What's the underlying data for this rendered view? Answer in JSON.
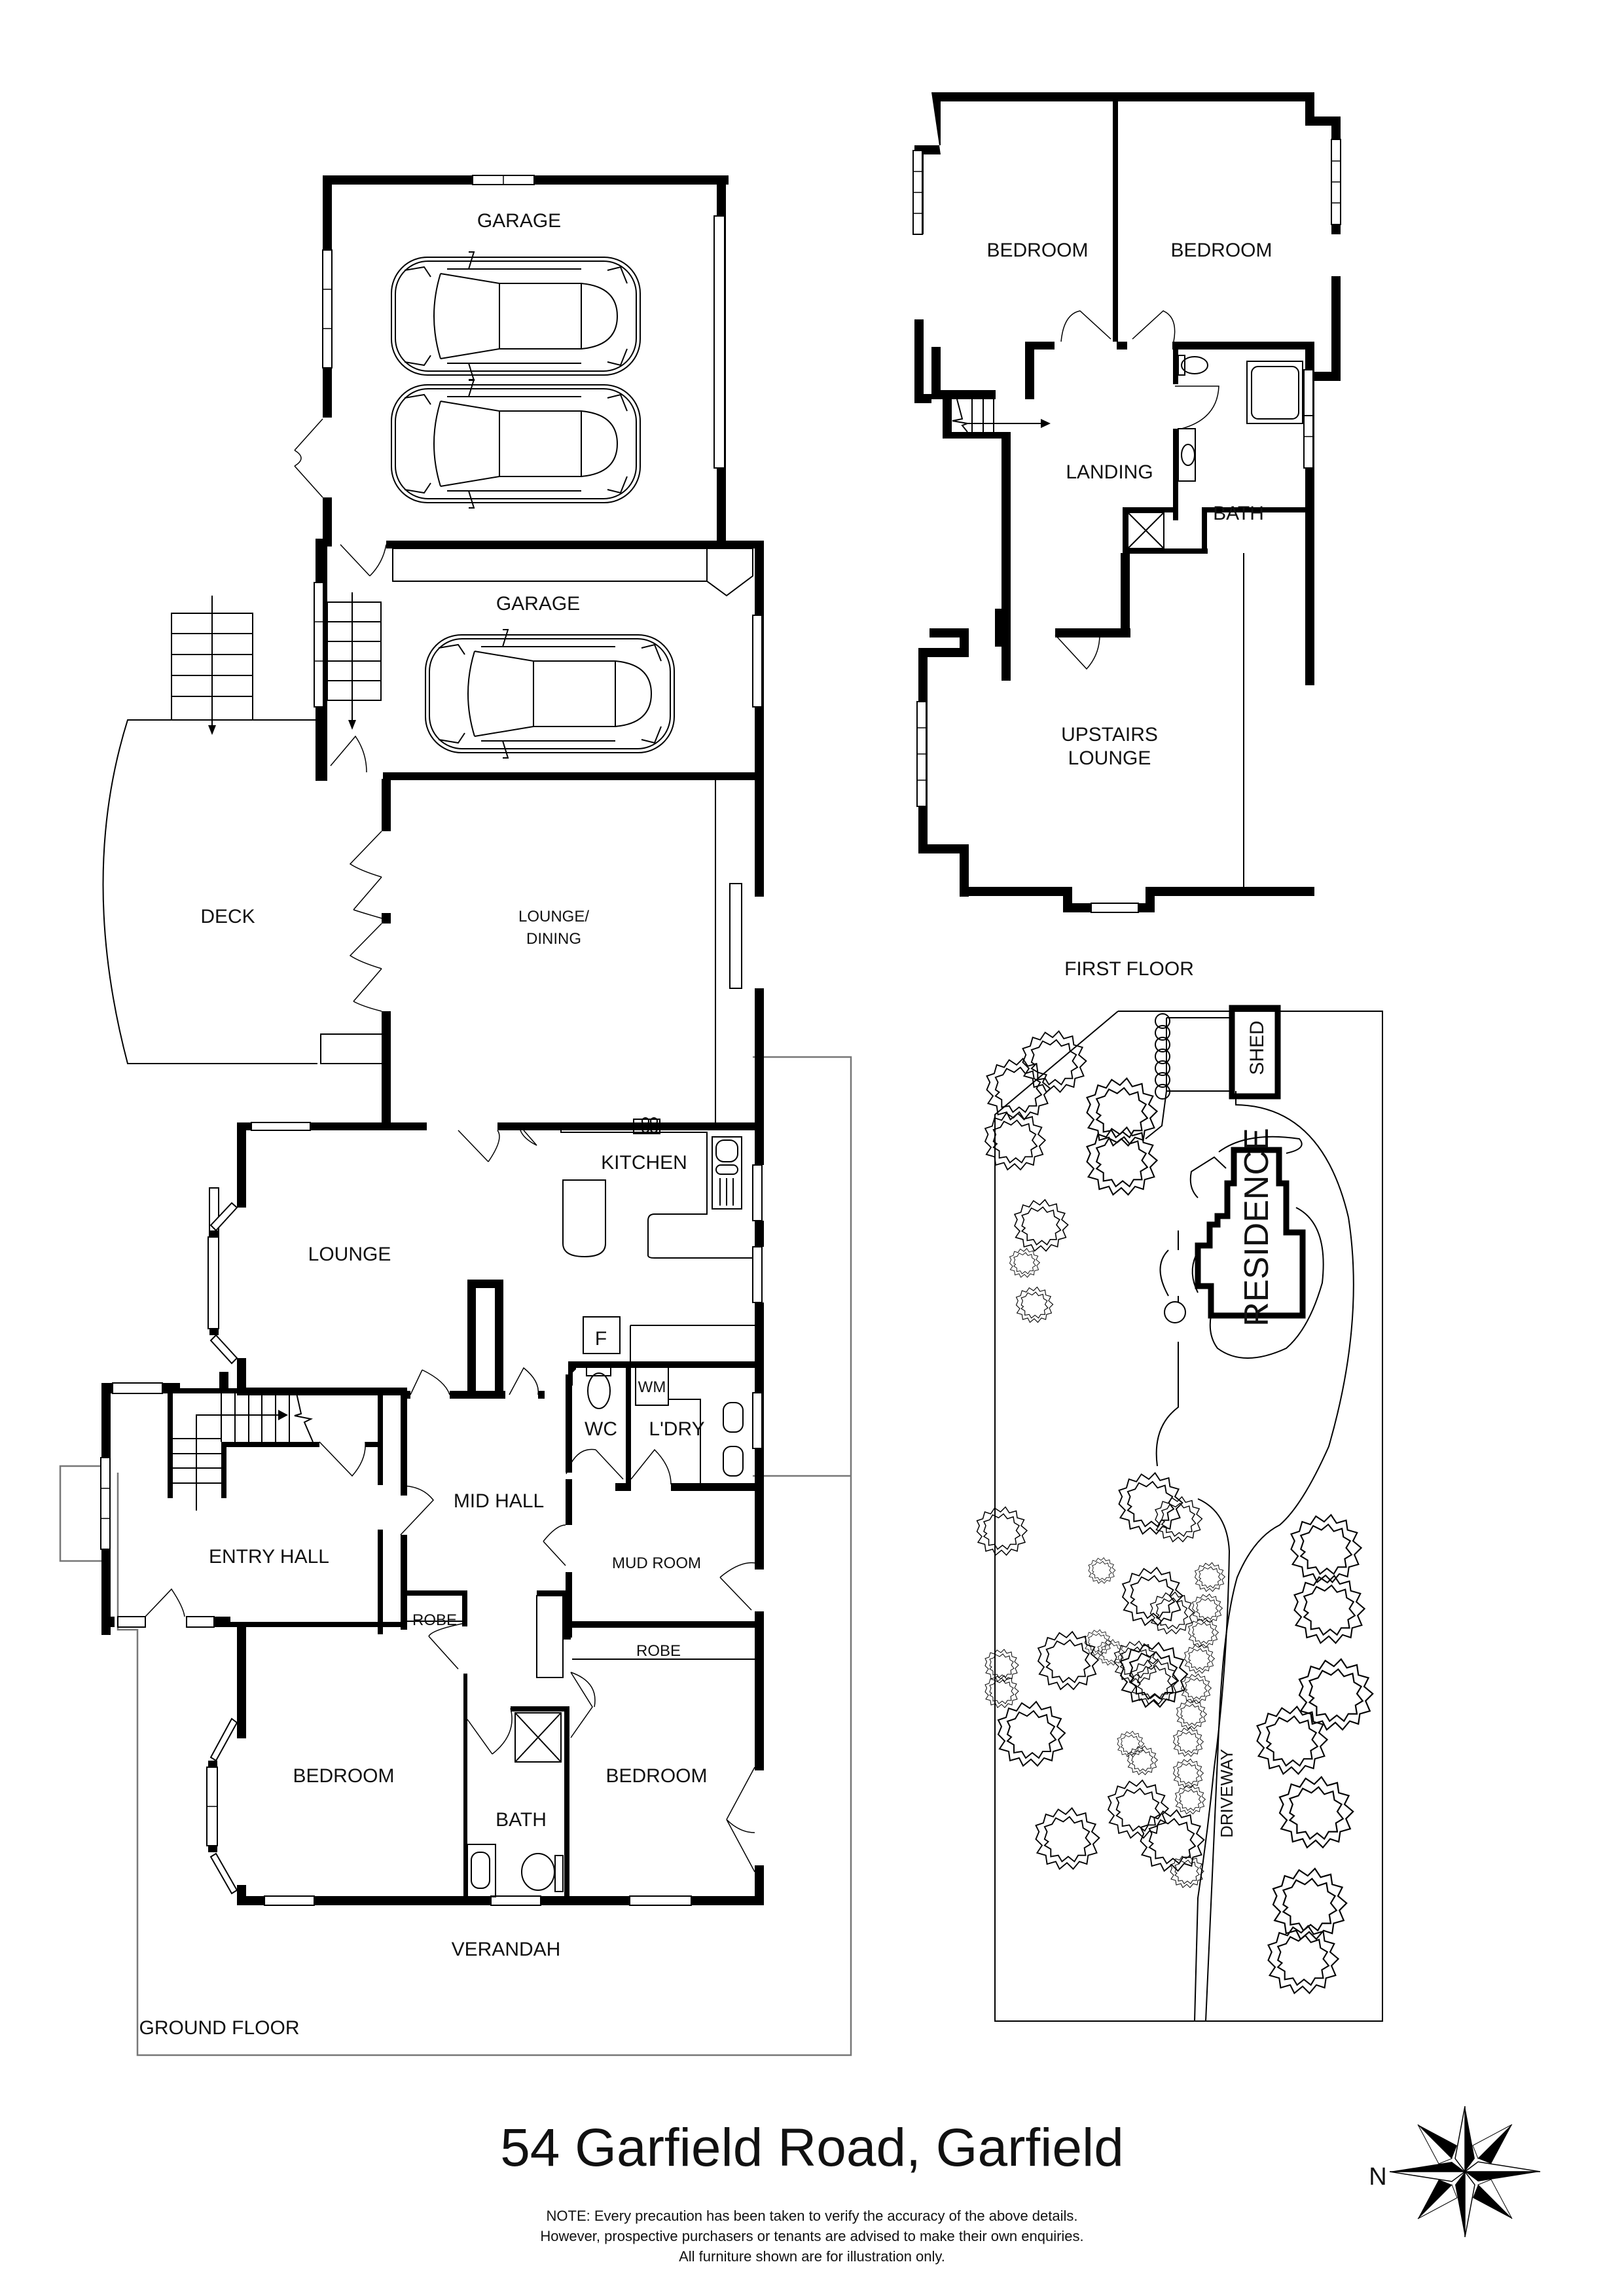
{
  "title": "54 Garfield Road, Garfield",
  "note": [
    "NOTE: Every precaution has been taken to verify the accuracy of the above details.",
    "However, prospective purchasers or tenants are advised to make their own enquiries.",
    "All furniture shown are for illustration only."
  ],
  "compass": {
    "label": "N",
    "icon": "compass-rose-icon"
  },
  "ground_floor": {
    "label": "GROUND FLOOR",
    "rooms": {
      "garage_upper": "GARAGE",
      "garage_lower": "GARAGE",
      "deck": "DECK",
      "lounge_dining_1": "LOUNGE/",
      "lounge_dining_2": "DINING",
      "kitchen": "KITCHEN",
      "lounge": "LOUNGE",
      "fridge": "F",
      "wc": "WC",
      "washing_machine": "WM",
      "laundry": "L'DRY",
      "mid_hall": "MID HALL",
      "entry_hall": "ENTRY HALL",
      "mud_room": "MUD ROOM",
      "robe_left": "ROBE",
      "robe_right": "ROBE",
      "bedroom_left": "BEDROOM",
      "bedroom_right": "BEDROOM",
      "bath": "BATH",
      "verandah": "VERANDAH"
    }
  },
  "first_floor": {
    "label": "FIRST FLOOR",
    "rooms": {
      "bedroom_left": "BEDROOM",
      "bedroom_right": "BEDROOM",
      "landing": "LANDING",
      "bath": "BATH",
      "upstairs_lounge_1": "UPSTAIRS",
      "upstairs_lounge_2": "LOUNGE"
    }
  },
  "site_plan": {
    "shed": "SHED",
    "residence": "RESIDENCE",
    "driveway": "DRIVEWAY"
  }
}
